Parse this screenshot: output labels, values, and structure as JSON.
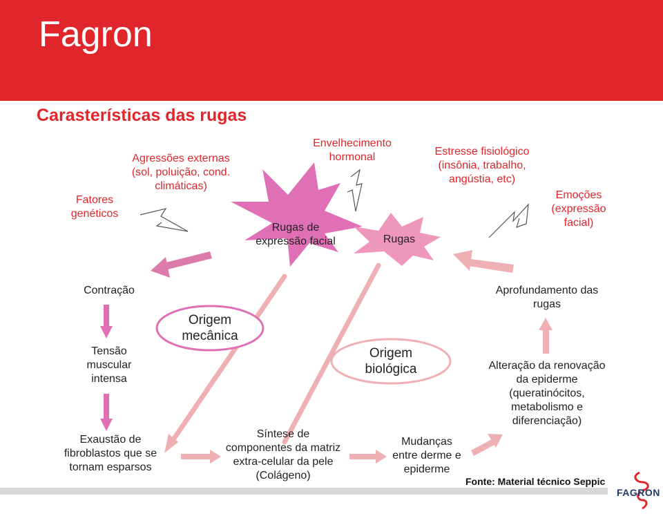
{
  "header": {
    "title": "Fagron"
  },
  "subtitle": "Carasterísticas das rugas",
  "factors": {
    "genetic": "Fatores\ngenéticos",
    "external": "Agressões externas\n(sol, poluição, cond.\nclimáticas)",
    "hormonal": "Envelhecimento\nhormonal",
    "stress": "Estresse fisiológico\n(insônia, trabalho,\nangústia, etc)",
    "emotions": "Emoções\n(expressão\nfacial)"
  },
  "bursts": {
    "expression": "Rugas de\nexpressão facial",
    "wrinkles": "Rugas"
  },
  "mechanical": {
    "origin": "Origem\nmecânica",
    "contraction": "Contração",
    "tension": "Tensão\nmuscular\nintensa",
    "exhaustion": "Exaustão de\nfibroblastos que se\ntornam esparsos",
    "synthesis": "Síntese de\ncomponentes da matriz\nextra-celular da pele\n(Colágeno)"
  },
  "biological": {
    "origin": "Origem\nbiológica",
    "changes": "Mudanças\nentre derme e\nepiderme",
    "renewal": "Alteração da renovação\nda epiderme\n(queratinócitos,\nmetabolismo e\ndiferenciação)",
    "deepening": "Aprofundamento das\nrugas"
  },
  "source": "Fonte: Material técnico Seppic",
  "logo": {
    "text": "FAGRON"
  },
  "colors": {
    "brand_red": "#e0262b",
    "magenta": "#e070b5",
    "pink": "#dc7aaa",
    "light_pink": "#efb0b3"
  }
}
